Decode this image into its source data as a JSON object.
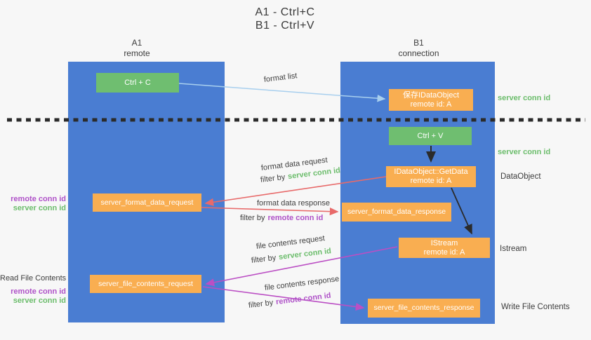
{
  "title": {
    "line1": "A1 - Ctrl+C",
    "line2": "B1 - Ctrl+V"
  },
  "lanes": {
    "a1": {
      "name": "A1",
      "role": "remote"
    },
    "b1": {
      "name": "B1",
      "role": "connection"
    }
  },
  "nodes": {
    "ctrl_c": {
      "label": "Ctrl + C"
    },
    "ctrl_v": {
      "label": "Ctrl + V"
    },
    "save_dataobject": {
      "line1": "保存IDataObject",
      "line2": "remote id: A"
    },
    "getdata": {
      "line1": "IDataObject::GetData",
      "line2": "remote id: A"
    },
    "istream": {
      "line1": "IStream",
      "line2": "remote id: A"
    },
    "format_request": {
      "label": "server_format_data_request"
    },
    "format_response": {
      "label": "server_format_data_response"
    },
    "file_request": {
      "label": "server_file_contents_request"
    },
    "file_response": {
      "label": "server_file_contents_response"
    }
  },
  "right_labels": {
    "server_conn_id_top": "server conn id",
    "server_conn_id_mid": "server conn id",
    "dataobject": "DataObject",
    "istream": "Istream",
    "write_file_contents": "Write File Contents"
  },
  "left_labels": {
    "format_remote_conn_id": "remote conn id",
    "format_server_conn_id": "server conn id",
    "read_file_contents": "Read File Contents",
    "file_remote_conn_id": "remote conn id",
    "file_server_conn_id": "server conn id"
  },
  "arrow_labels": {
    "format_list": "format list",
    "format_data_request": "format data request",
    "format_data_request_filter_prefix": "filter by",
    "format_data_request_filter_key": "server conn id",
    "format_data_response": "format data response",
    "format_data_response_filter_prefix": "filter by",
    "format_data_response_filter_key": "remote conn id",
    "file_contents_request": "file contents request",
    "file_contents_request_filter_prefix": "filter by",
    "file_contents_request_filter_key": "server conn id",
    "file_contents_response": "file contents response",
    "file_contents_response_filter_prefix": "filter by",
    "file_contents_response_filter_key": "remote conn id"
  },
  "colors": {
    "lane_blue": "#4a7dd2",
    "node_orange": "#f9ae51",
    "key_green": "#6fbe70",
    "text_green": "#6cbd6c",
    "text_purple": "#af52c8",
    "arrow_red": "#e86a6a",
    "arrow_magenta": "#bb4fc4",
    "arrow_light_blue": "#a8cfee",
    "arrow_black": "#2b2b2b",
    "background": "#f7f7f7"
  }
}
